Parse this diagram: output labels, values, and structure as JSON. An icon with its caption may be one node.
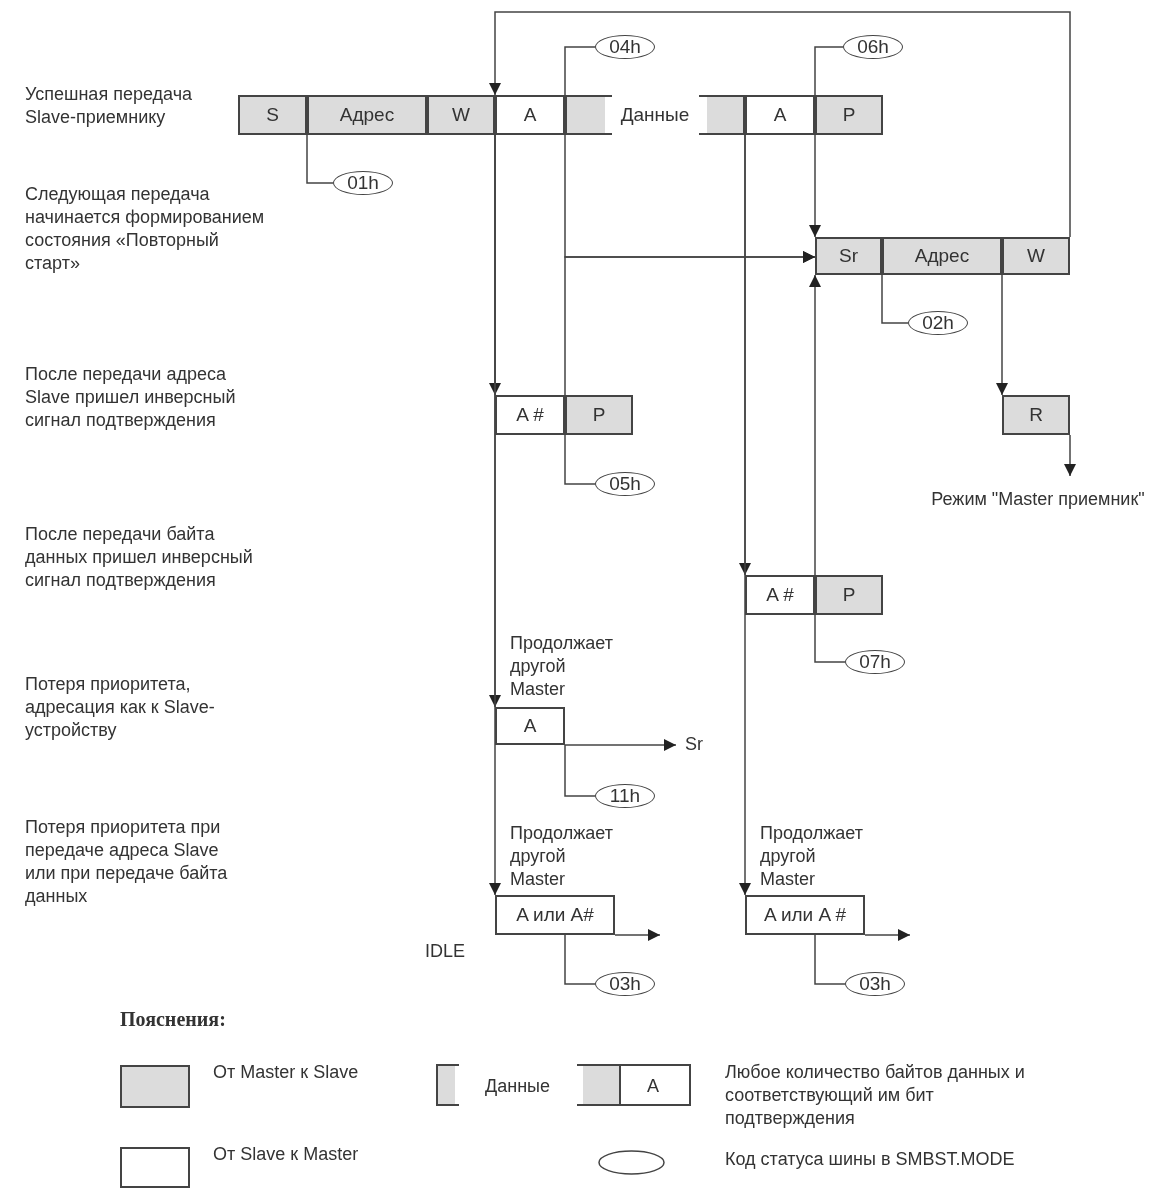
{
  "diagram": {
    "nodes": [
      {
        "text": [
          "04h"
        ]
      },
      {
        "text": [
          "06h"
        ]
      },
      {
        "text": [
          "S"
        ]
      },
      {
        "text": [
          "Адрес"
        ]
      },
      {
        "text": [
          "W"
        ]
      },
      {
        "text": [
          "A"
        ]
      },
      {
        "text": [
          "Данные"
        ]
      },
      {
        "text": [
          "A"
        ]
      },
      {
        "text": [
          "P"
        ]
      },
      {
        "text": [
          "01h"
        ]
      },
      {
        "text": [
          "Sr"
        ]
      },
      {
        "text": [
          "Адрес"
        ]
      },
      {
        "text": [
          "W"
        ]
      },
      {
        "text": [
          "02h"
        ]
      },
      {
        "text": [
          "A #"
        ]
      },
      {
        "text": [
          "P"
        ]
      },
      {
        "text": [
          "R"
        ]
      },
      {
        "text": [
          "05h"
        ]
      },
      {
        "text": [
          "Режим \"Master приемник\""
        ]
      },
      {
        "text": [
          "A #"
        ]
      },
      {
        "text": [
          "P"
        ]
      },
      {
        "text": [
          "07h"
        ]
      },
      {
        "text": [
          "A"
        ]
      },
      {
        "text": [
          "Sr"
        ]
      },
      {
        "text": [
          "11h"
        ]
      },
      {
        "text": [
          "A или A#"
        ]
      },
      {
        "text": [
          "A или A #"
        ]
      },
      {
        "text": [
          "03h"
        ]
      },
      {
        "text": [
          "03h"
        ]
      }
    ],
    "edges": [
      {
        "from": 12,
        "to": 5,
        "arrow": "to"
      },
      {
        "from": 4,
        "to": 14,
        "arrow": "to"
      },
      {
        "from": 4,
        "to": 22,
        "arrow": "to"
      },
      {
        "from": 4,
        "to": 25,
        "arrow": "to"
      },
      {
        "from": 5,
        "to": 0,
        "arrow": "none"
      },
      {
        "from": 5,
        "to": 10,
        "arrow": "to"
      },
      {
        "from": 14,
        "to": 10,
        "arrow": "to"
      },
      {
        "from": 14,
        "to": 17,
        "arrow": "none"
      },
      {
        "from": 6,
        "to": 19,
        "arrow": "to"
      },
      {
        "from": 6,
        "to": 26,
        "arrow": "to"
      },
      {
        "from": 7,
        "to": 1,
        "arrow": "none"
      },
      {
        "from": 7,
        "to": 10,
        "arrow": "to"
      },
      {
        "from": 19,
        "to": 10,
        "arrow": "to"
      },
      {
        "from": 19,
        "to": 21,
        "arrow": "none"
      },
      {
        "from": 2,
        "to": 9,
        "arrow": "none"
      },
      {
        "from": 10,
        "to": 13,
        "arrow": "none"
      },
      {
        "from": 11,
        "to": 16,
        "arrow": "to"
      },
      {
        "from": 16,
        "to": 18,
        "arrow": "to"
      },
      {
        "from": 22,
        "to": 23,
        "arrow": "to"
      },
      {
        "from": 22,
        "to": 24,
        "arrow": "none"
      },
      {
        "from": 25,
        "to": null,
        "arrow": "to"
      },
      {
        "from": 25,
        "to": 27,
        "arrow": "none"
      },
      {
        "from": 26,
        "to": null,
        "arrow": "to"
      },
      {
        "from": 26,
        "to": 28,
        "arrow": "none"
      }
    ],
    "labels": [
      "Успешная передача Slave-приемнику",
      "Следующая передача начинается формированием состояния «Повторный старт»",
      "После передачи адреса Slave пришел инверсный сигнал подтверждения",
      "После передачи байта данных пришел инверсный сигнал подтверждения",
      "Продолжает другой Master",
      "Потеря приоритета, адресация как к Slave-устройству",
      "Потеря приоритета при передаче адреса Slave или при передаче байта данных",
      "Продолжает другой Master",
      "Продолжает другой Master",
      "IDLE",
      "Пояснения:",
      "Данные",
      "A"
    ],
    "legend": [
      {
        "text": "От Master к Slave",
        "color": "#dcdcdc"
      },
      {
        "text": "От Slave к Master",
        "color": "#ffffff"
      },
      {
        "text": "Любое количество байтов данных и соответствующий им бит подтверждения"
      },
      {
        "text": "Код статуса шины в SMBST.MODE"
      }
    ]
  }
}
